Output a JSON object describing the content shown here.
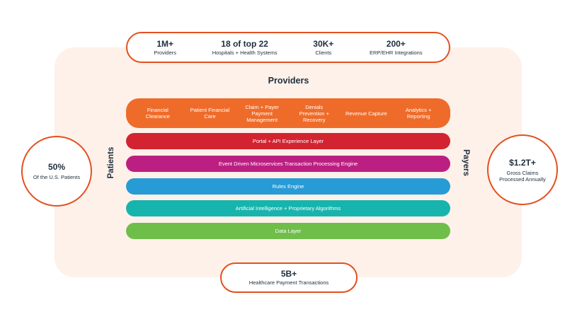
{
  "top_stats": [
    {
      "value": "1M+",
      "label": "Providers"
    },
    {
      "value": "18 of top 22",
      "label": "Hospitals + Health Systems"
    },
    {
      "value": "30K+",
      "label": "Clients"
    },
    {
      "value": "200+",
      "label": "ERP/EHR Integrations"
    }
  ],
  "providers_heading": "Providers",
  "services": [
    "Financial Clearance",
    "Patient Financial Care",
    "Claim + Payer Payment Management",
    "Denials Prevention + Recovery",
    "Revenue Capture",
    "Analytics + Reporting"
  ],
  "layers": [
    {
      "label": "Portal + API Experience Layer",
      "color": "#d32330"
    },
    {
      "label": "Event Driven Microservices Transaction Processing Engine",
      "color": "#bc1f82"
    },
    {
      "label": "Rules Engine",
      "color": "#279bd5"
    },
    {
      "label": "Artificial Intelligence + Proprietary Algorithms",
      "color": "#17b4ad"
    },
    {
      "label": "Data Layer",
      "color": "#6fbe4a"
    }
  ],
  "left_label": "Patients",
  "right_label": "Payers",
  "left_stat": {
    "value": "50%",
    "label": "Of the U.S. Patients"
  },
  "right_stat": {
    "value": "$1.2T+",
    "label": "Gross Claims Processed Annually"
  },
  "bottom_stat": {
    "value": "5B+",
    "label": "Healthcare Payment Transactions"
  },
  "colors": {
    "accent": "#e3501f",
    "services_bar": "#ef6b2a",
    "panel": "#fdf1e9",
    "text": "#1f2d3d"
  }
}
